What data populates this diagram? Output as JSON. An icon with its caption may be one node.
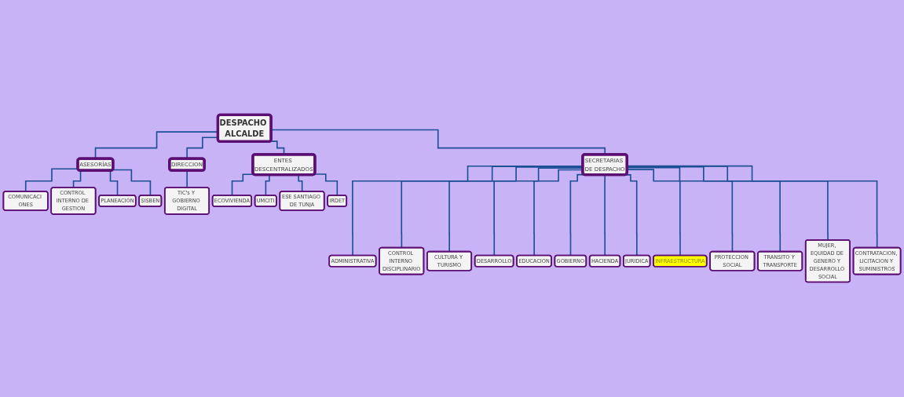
{
  "diagram": {
    "nodes": [
      {
        "text": [
          "DESPACHO ALCALDE"
        ]
      },
      {
        "text": [
          "ASESORÍAS"
        ]
      },
      {
        "text": [
          "DIRECCION"
        ]
      },
      {
        "text": [
          "SECRETARIAS DE DESPACHO"
        ]
      },
      {
        "text": [
          "ENTES DESCENTRALIZADOS"
        ]
      },
      {
        "text": [
          "COMUNICACI ONES"
        ]
      },
      {
        "text": [
          "CONTROL INTERNO DE GESTION"
        ]
      },
      {
        "text": [
          "PLANEACIÓN"
        ]
      },
      {
        "text": [
          "SISBEN"
        ]
      },
      {
        "text": [
          "TIC's Y GOBIERNO DIGITAL"
        ]
      },
      {
        "text": [
          "ECOVIVIENDA"
        ]
      },
      {
        "text": [
          "UMCITI"
        ]
      },
      {
        "text": [
          "ESE SANTIAGO DE TUNJA"
        ]
      },
      {
        "text": [
          "IRDET"
        ]
      },
      {
        "text": [
          "ADMINISTRATIVA"
        ]
      },
      {
        "text": [
          "CONTROL INTERNO DISCIPLINARIO"
        ]
      },
      {
        "text": [
          "CULTURA Y TURISMO"
        ]
      },
      {
        "text": [
          "DESARROLLO"
        ]
      },
      {
        "text": [
          "EDUCACION"
        ]
      },
      {
        "text": [
          "GOBIERNO"
        ]
      },
      {
        "text": [
          "HACIENDA"
        ]
      },
      {
        "text": [
          "JURIDICA"
        ]
      },
      {
        "text": [
          "INFRAESTRUCTURA"
        ]
      },
      {
        "text": [
          "PROTECCION SOCIAL"
        ]
      },
      {
        "text": [
          "TRANSITO Y TRANSPORTE"
        ]
      },
      {
        "text": [
          "MUJER, EQUIDAD DE GENERO Y DESARROLLO SOCIAL"
        ]
      },
      {
        "text": [
          "CONTRATACION, LICITACION Y SUMINISTROS"
        ]
      }
    ],
    "edges": [
      {
        "from": 0,
        "to": 1,
        "arrow": "none"
      },
      {
        "from": 0,
        "to": 2,
        "arrow": "none"
      },
      {
        "from": 0,
        "to": 3,
        "arrow": "none"
      },
      {
        "from": 0,
        "to": 4,
        "arrow": "none"
      },
      {
        "from": 1,
        "to": 5,
        "arrow": "none"
      },
      {
        "from": 1,
        "to": 6,
        "arrow": "none"
      },
      {
        "from": 1,
        "to": 7,
        "arrow": "none"
      },
      {
        "from": 1,
        "to": 8,
        "arrow": "none"
      },
      {
        "from": 2,
        "to": 9,
        "arrow": "none"
      },
      {
        "from": 3,
        "to": 14,
        "arrow": "none"
      },
      {
        "from": 3,
        "to": 15,
        "arrow": "none"
      },
      {
        "from": 3,
        "to": 16,
        "arrow": "none"
      },
      {
        "from": 3,
        "to": 17,
        "arrow": "none"
      },
      {
        "from": 3,
        "to": 18,
        "arrow": "none"
      },
      {
        "from": 3,
        "to": 19,
        "arrow": "none"
      },
      {
        "from": 3,
        "to": 20,
        "arrow": "none"
      },
      {
        "from": 3,
        "to": 21,
        "arrow": "none"
      },
      {
        "from": 3,
        "to": 22,
        "arrow": "none"
      },
      {
        "from": 3,
        "to": 23,
        "arrow": "none"
      },
      {
        "from": 3,
        "to": 24,
        "arrow": "none"
      },
      {
        "from": 3,
        "to": 25,
        "arrow": "none"
      },
      {
        "from": 3,
        "to": 26,
        "arrow": "none"
      },
      {
        "from": 4,
        "to": 10,
        "arrow": "none"
      },
      {
        "from": 4,
        "to": 11,
        "arrow": "none"
      },
      {
        "from": 4,
        "to": 12,
        "arrow": "none"
      },
      {
        "from": 4,
        "to": 13,
        "arrow": "none"
      }
    ]
  }
}
